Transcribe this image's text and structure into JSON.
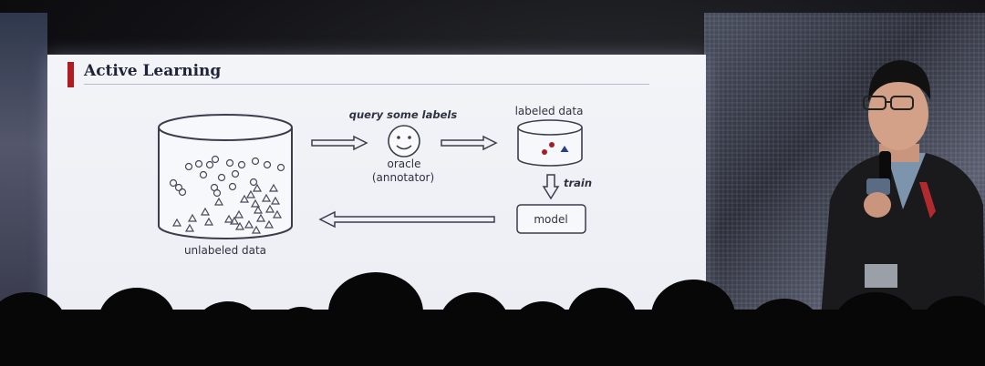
{
  "slide": {
    "title": "Active Learning",
    "query_label": "query some labels",
    "oracle_label": "oracle",
    "annotator_label": "(annotator)",
    "labeled_data_label": "labeled data",
    "train_label": "train",
    "model_label": "model",
    "unlabeled_data_label": "unlabeled data"
  },
  "colors": {
    "title_accent": "#b01c22",
    "slide_background": "#eef0f5",
    "bottom_bar": "#2a4f9a",
    "dot_red": "#a0202a",
    "dot_blue": "#2a3e8a"
  }
}
